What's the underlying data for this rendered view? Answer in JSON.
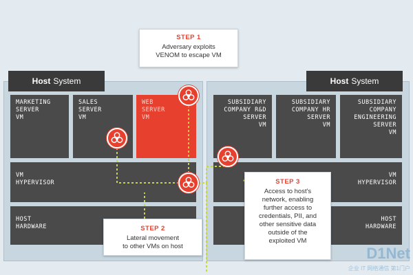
{
  "host_left": {
    "label_bold": "Host",
    "label_rest": "System"
  },
  "host_right": {
    "label_bold": "Host",
    "label_rest": "System"
  },
  "vms_left": [
    {
      "label": "MARKETING\nSERVER\nVM"
    },
    {
      "label": "SALES\nSERVER\nVM"
    },
    {
      "label": "WEB\nSERVER\nVM"
    }
  ],
  "vms_right": [
    {
      "label": "SUBSIDIARY\nCOMPANY R&D\nSERVER\nVM"
    },
    {
      "label": "SUBSIDIARY\nCOMPANY HR\nSERVER\nVM"
    },
    {
      "label": "SUBSIDIARY\nCOMPANY\nENGINEERING\nSERVER\nVM"
    }
  ],
  "layers_left": {
    "hypervisor": "VM\nHYPERVISOR",
    "hardware": "HOST\nHARDWARE"
  },
  "layers_right": {
    "hypervisor": "VM\nHYPERVISOR",
    "hardware": "HOST\nHARDWARE"
  },
  "steps": [
    {
      "title": "STEP 1",
      "body": "Adversary exploits\nVENOM to escape VM"
    },
    {
      "title": "STEP 2",
      "body": "Lateral movement\nto other VMs on host"
    },
    {
      "title": "STEP 3",
      "body": "Access to host's\nnetwork, enabling\nfurther access to\ncredentials, PII, and\nother sensitive data\noutside of the\nexploited VM"
    }
  ],
  "icons": {
    "hazard": "biohazard-icon"
  },
  "colors": {
    "accent": "#e8402e",
    "block": "#4a4a4a",
    "panel": "#c8d6e0",
    "connector": "#c9d63a"
  },
  "watermark": {
    "logo": "D1Net",
    "sub": "企业 IT 网络通信  第1门户"
  }
}
